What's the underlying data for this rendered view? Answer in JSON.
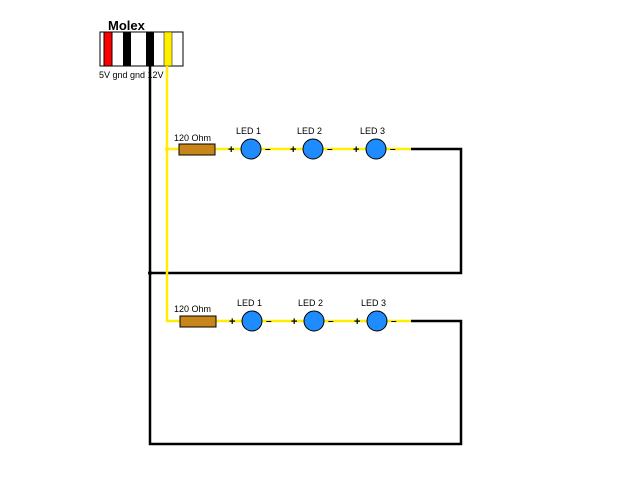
{
  "connector": {
    "title": "Molex",
    "pins": [
      {
        "label": "5V",
        "color": "#ff0000"
      },
      {
        "label": "gnd",
        "color": "#000000"
      },
      {
        "label": "gnd",
        "color": "#000000"
      },
      {
        "label": "12V",
        "color": "#ffee00"
      }
    ],
    "pin_label_text": "5V gnd gnd 12V"
  },
  "colors": {
    "ground_wire": "#000000",
    "positive_wire": "#ffee00",
    "resistor_fill": "#c8861a",
    "led_fill": "#1e8cff"
  },
  "strings": [
    {
      "resistor_label": "120 Ohm",
      "leds": [
        {
          "label": "LED 1",
          "plus": "+",
          "minus": "–"
        },
        {
          "label": "LED 2",
          "plus": "+",
          "minus": "–"
        },
        {
          "label": "LED 3",
          "plus": "+",
          "minus": "–"
        }
      ]
    },
    {
      "resistor_label": "120 Ohm",
      "leds": [
        {
          "label": "LED 1",
          "plus": "+",
          "minus": "–"
        },
        {
          "label": "LED 2",
          "plus": "+",
          "minus": "–"
        },
        {
          "label": "LED 3",
          "plus": "+",
          "minus": "–"
        }
      ]
    }
  ]
}
